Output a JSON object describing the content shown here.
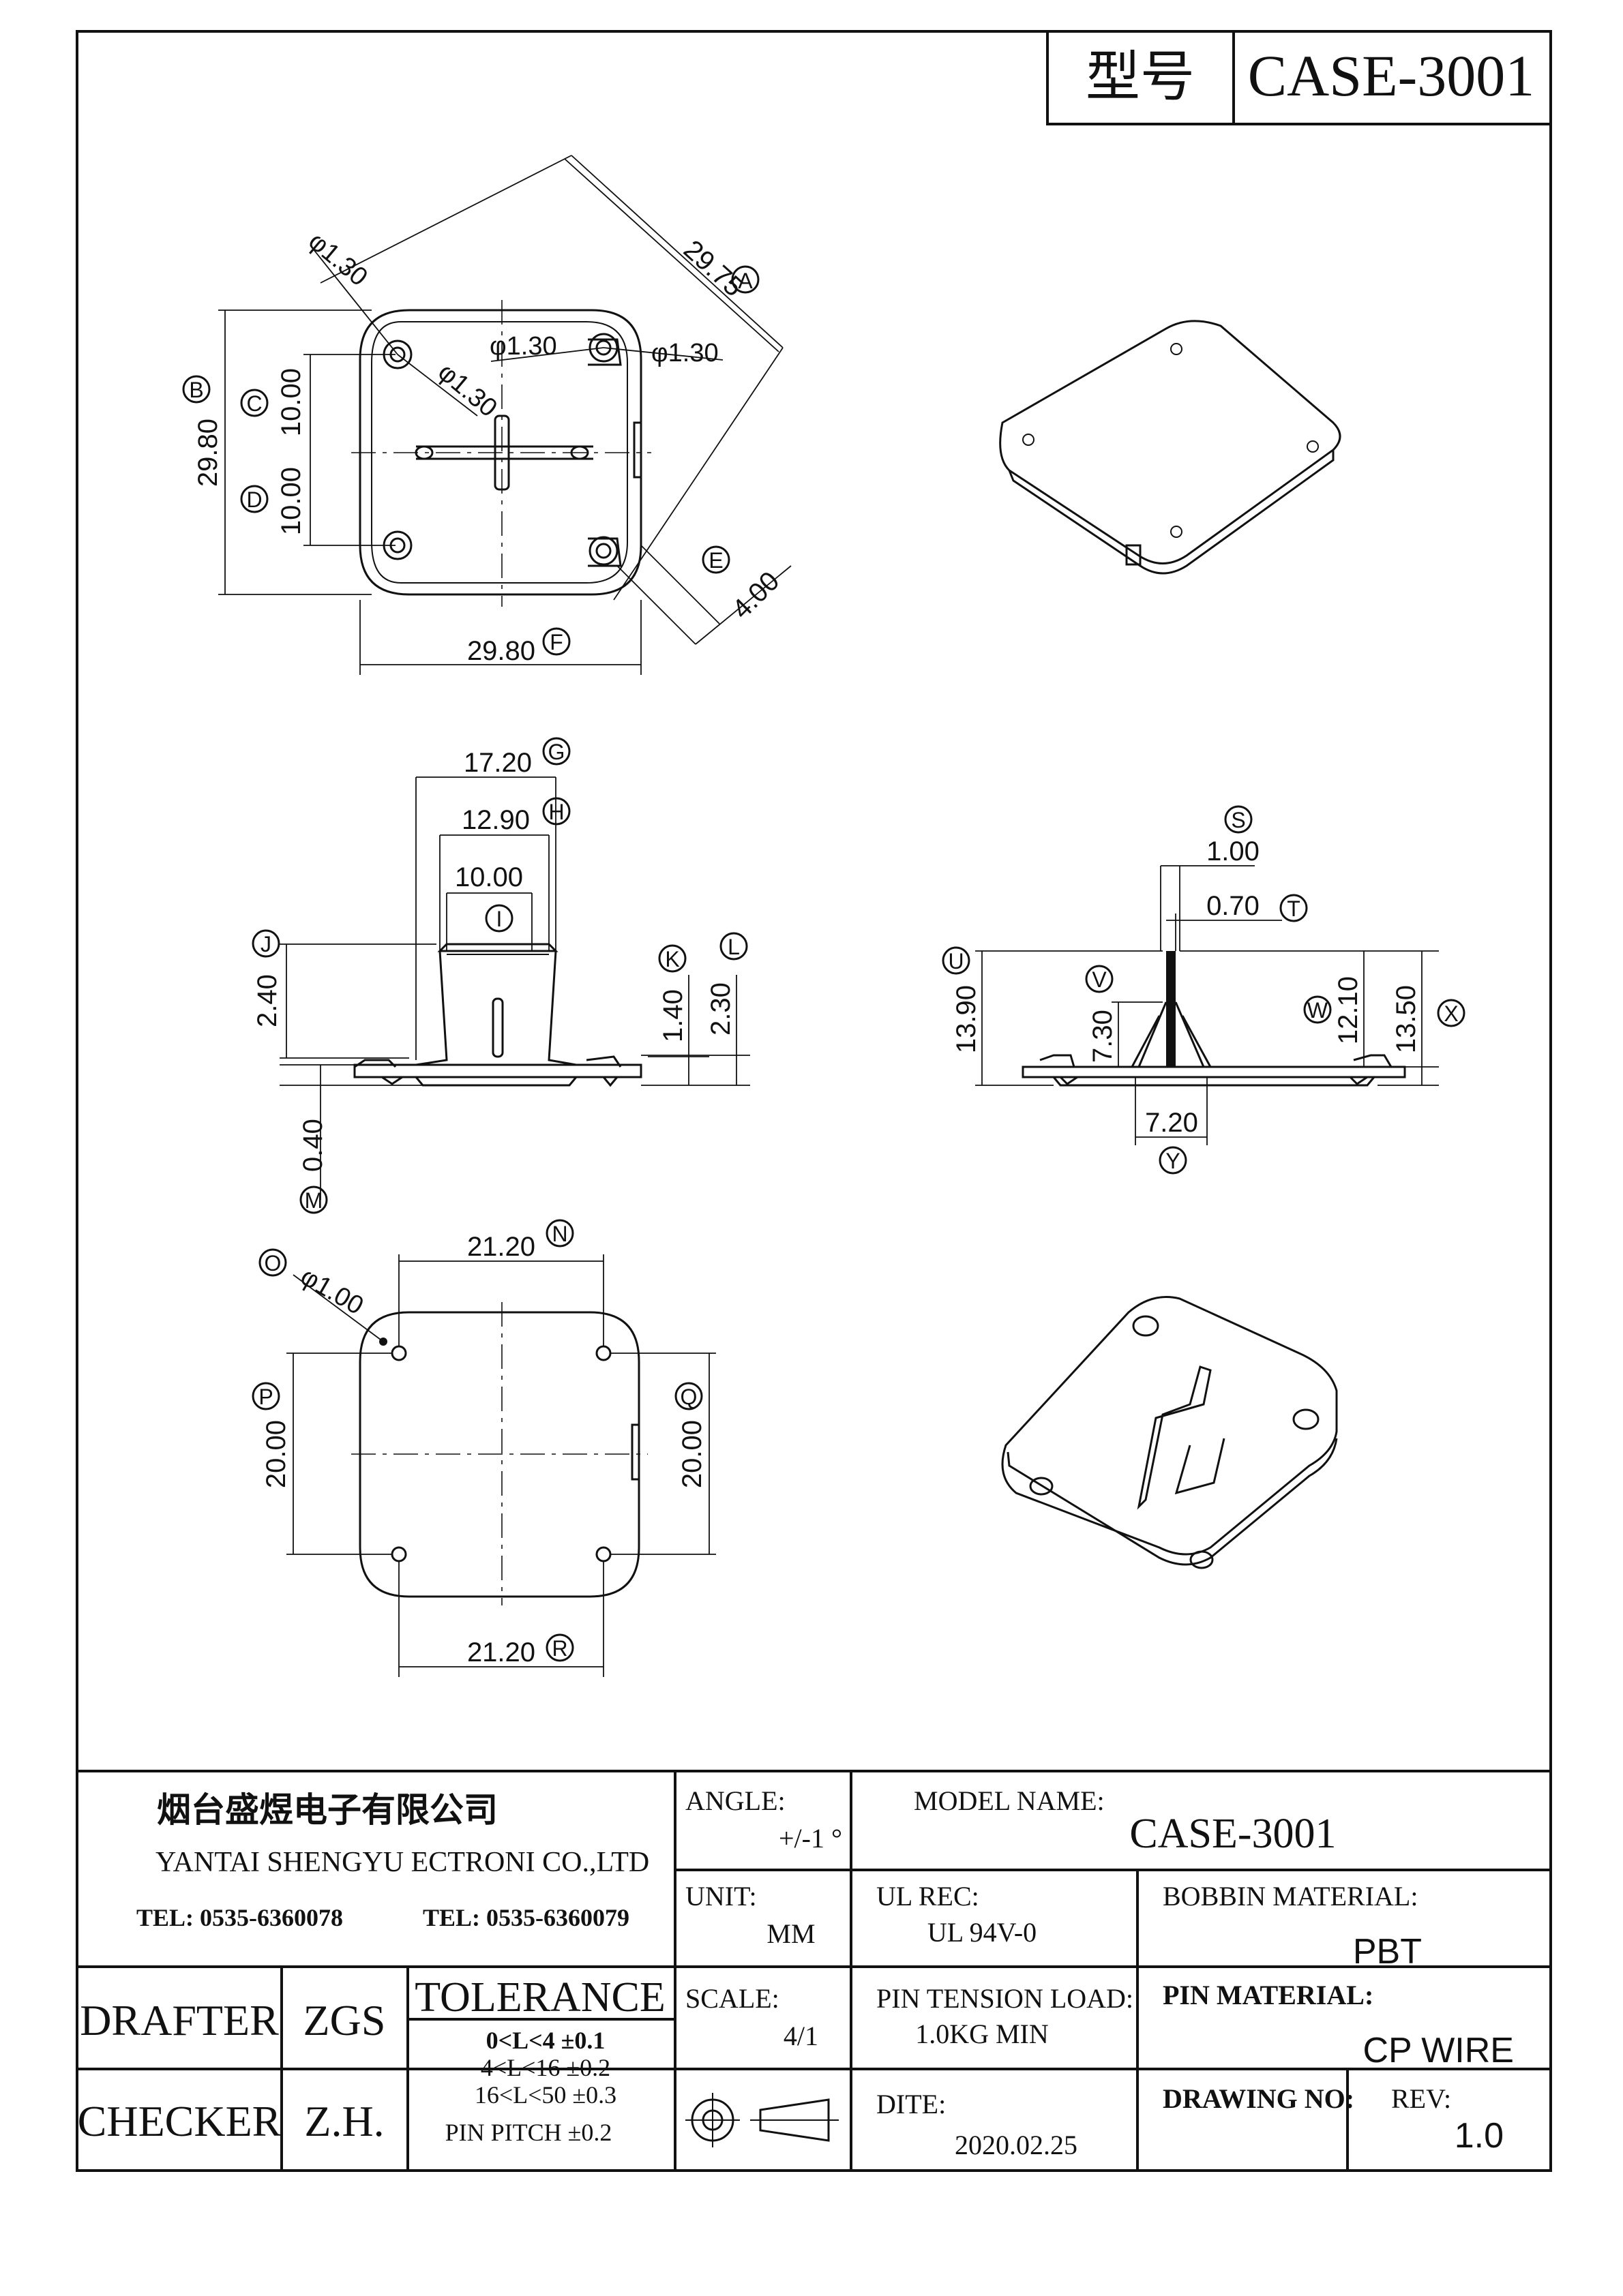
{
  "header": {
    "label_model": "型号",
    "model": "CASE-3001"
  },
  "dims": {
    "A": "29.75",
    "B": "29.80",
    "C": "10.00",
    "D": "10.00",
    "E": "4.00",
    "F": "29.80",
    "hole1": "φ1.30",
    "hole2": "φ1.30",
    "hole3": "φ1.30",
    "hole4": "φ1.30",
    "G": "17.20",
    "H": "12.90",
    "I": "10.00",
    "J": "2.40",
    "K": "1.40",
    "L": "2.30",
    "M": "0.40",
    "S": "1.00",
    "T": "0.70",
    "U": "13.90",
    "V": "7.30",
    "W": "12.10",
    "X": "13.50",
    "Y": "7.20",
    "N": "21.20",
    "O": "φ1.00",
    "P": "20.00",
    "Q": "20.00",
    "R": "21.20"
  },
  "callouts": [
    "A",
    "B",
    "C",
    "D",
    "E",
    "F",
    "G",
    "H",
    "I",
    "J",
    "K",
    "L",
    "M",
    "S",
    "T",
    "U",
    "V",
    "W",
    "X",
    "Y",
    "N",
    "O",
    "P",
    "Q",
    "R"
  ],
  "title_block": {
    "company_cn": "烟台盛煜电子有限公司",
    "company_en": "YANTAI SHENGYU ECTRONI CO.,LTD",
    "tel1": "TEL: 0535-6360078",
    "tel2": "TEL: 0535-6360079",
    "angle_label": "ANGLE:",
    "angle_value": "+/-1 °",
    "model_name_label": "MODEL NAME:",
    "model_name_value": "CASE-3001",
    "unit_label": "UNIT:",
    "unit_value": "MM",
    "ul_label": "UL REC:",
    "ul_value": "UL 94V-0",
    "bobbin_label": "BOBBIN MATERIAL:",
    "bobbin_value": "PBT",
    "drafter_label": "DRAFTER",
    "drafter_value": "ZGS",
    "checker_label": "CHECKER",
    "checker_value": "Z.H.",
    "tolerance_label": "TOLERANCE",
    "tol_rows": [
      "0<L<4   ±0.1",
      "4<L<16   ±0.2",
      "16<L<50   ±0.3"
    ],
    "pin_pitch": "PIN PITCH  ±0.2",
    "scale_label": "SCALE:",
    "scale_value": "4/1",
    "pin_tension_label": "PIN TENSION LOAD:",
    "pin_tension_value": "1.0KG MIN",
    "pin_material_label": "PIN MATERIAL:",
    "pin_material_value": "CP WIRE",
    "date_label": "DITE:",
    "date_value": "2020.02.25",
    "drawing_no_label": "DRAWING NO:",
    "rev_label": "REV:",
    "rev_value": "1.0"
  }
}
